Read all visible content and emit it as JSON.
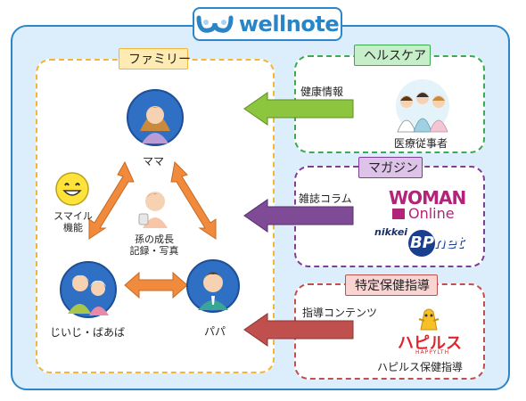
{
  "logo": {
    "text": "wellnote"
  },
  "family": {
    "title": "ファミリー",
    "mama": "ママ",
    "papa": "パパ",
    "grandparents": "じいじ・ばあば",
    "smile_label": "スマイル\n機能",
    "baby_label": "孫の成長\n記録・写真"
  },
  "healthcare": {
    "title": "ヘルスケア",
    "flow_label": "健康情報",
    "caption": "医療従事者"
  },
  "magazine": {
    "title": "マガジン",
    "flow_label": "雑誌コラム",
    "woman_logo": "WOMAN",
    "woman_sub": "Online",
    "nikkei": "nikkei",
    "bpnet": "BPnet"
  },
  "guidance": {
    "title": "特定保健指導",
    "flow_label": "指導コンテンツ",
    "hapilus": "ハピルス",
    "hapilus_sub": "HAPPYLTH",
    "caption": "ハピルス保健指導"
  },
  "colors": {
    "blue": "#2c86c9",
    "green": "#8cc63e",
    "purple": "#7f4b96",
    "red": "#c0504d",
    "orange": "#f08a3c",
    "yellow": "#f1b73b"
  }
}
